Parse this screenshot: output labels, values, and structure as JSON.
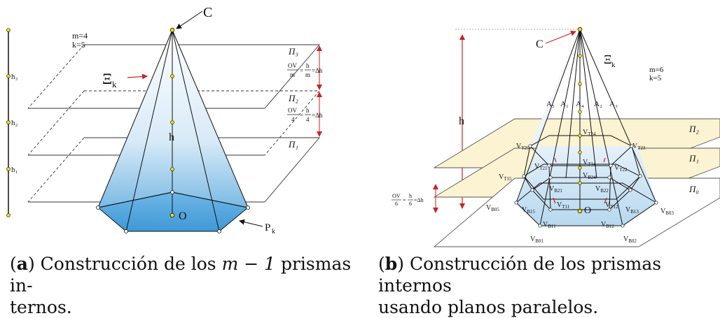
{
  "panel_a": {
    "apex": "C",
    "params_m": "m=4",
    "params_k": "k=5",
    "xi": "Ξ",
    "xi_sub": "k",
    "planes": [
      "Π₃",
      "Π₂",
      "Π₁"
    ],
    "h_ticks": [
      "h₃",
      "h₂",
      "h₁"
    ],
    "h_label": "h",
    "origin": "O",
    "base_label": "P",
    "base_sub": "k",
    "eq_top": {
      "num1": "OV",
      "den1": "m",
      "num2": "h",
      "den2": "m",
      "rhs": "=Δh"
    },
    "eq_bottom": {
      "num1": "OV",
      "den1": "4",
      "num2": "h",
      "den2": "4",
      "rhs": "=Δh"
    }
  },
  "panel_b": {
    "apex": "C",
    "xi": "Ξ",
    "xi_sub": "k",
    "params_m": "m=6",
    "params_k": "k=5",
    "h_label": "h",
    "planes": [
      "Π₂",
      "Π₁",
      "Π₀"
    ],
    "a_labels": [
      "A₅",
      "A₁",
      "A₄",
      "A₂",
      "A₃"
    ],
    "origin": "O",
    "eq": {
      "num1": "OV",
      "den1": "6",
      "num2": "h",
      "den2": "6",
      "rhs": "=Δh"
    },
    "vertices": {
      "VT24": {
        "m": "V",
        "s": "T24"
      },
      "VT25": {
        "m": "V",
        "s": "T25"
      },
      "VT23": {
        "m": "V",
        "s": "T23"
      },
      "VT21": {
        "m": "V",
        "s": "T21"
      },
      "VT14": {
        "m": "V",
        "s": "T14"
      },
      "VT22": {
        "m": "V",
        "s": "T22"
      },
      "VT15": {
        "m": "V",
        "s": "T15"
      },
      "VB24": {
        "m": "V",
        "s": "B24"
      },
      "VB21": {
        "m": "V",
        "s": "B21"
      },
      "VB22": {
        "m": "V",
        "s": "B22"
      },
      "VT11": {
        "m": "V",
        "s": "T11"
      },
      "VT12": {
        "m": "V",
        "s": "T12"
      },
      "VB05": {
        "m": "V",
        "s": "B05"
      },
      "VB15": {
        "m": "V",
        "s": "B15"
      },
      "VB13": {
        "m": "V",
        "s": "B13"
      },
      "VB03": {
        "m": "V",
        "s": "B03"
      },
      "VB11": {
        "m": "V",
        "s": "B11"
      },
      "VB12": {
        "m": "V",
        "s": "B12"
      },
      "VB01": {
        "m": "V",
        "s": "B01"
      },
      "VB02": {
        "m": "V",
        "s": "B02"
      }
    }
  },
  "captions": {
    "a_tag": "a",
    "a_line1_pre": " Construcción de los ",
    "a_math": "m − 1",
    "a_line1_post": " prismas in-",
    "a_line2": "ternos.",
    "b_tag": "b",
    "b_line1": " Construcción de los prismas internos",
    "b_line2": "usando planos paralelos."
  }
}
